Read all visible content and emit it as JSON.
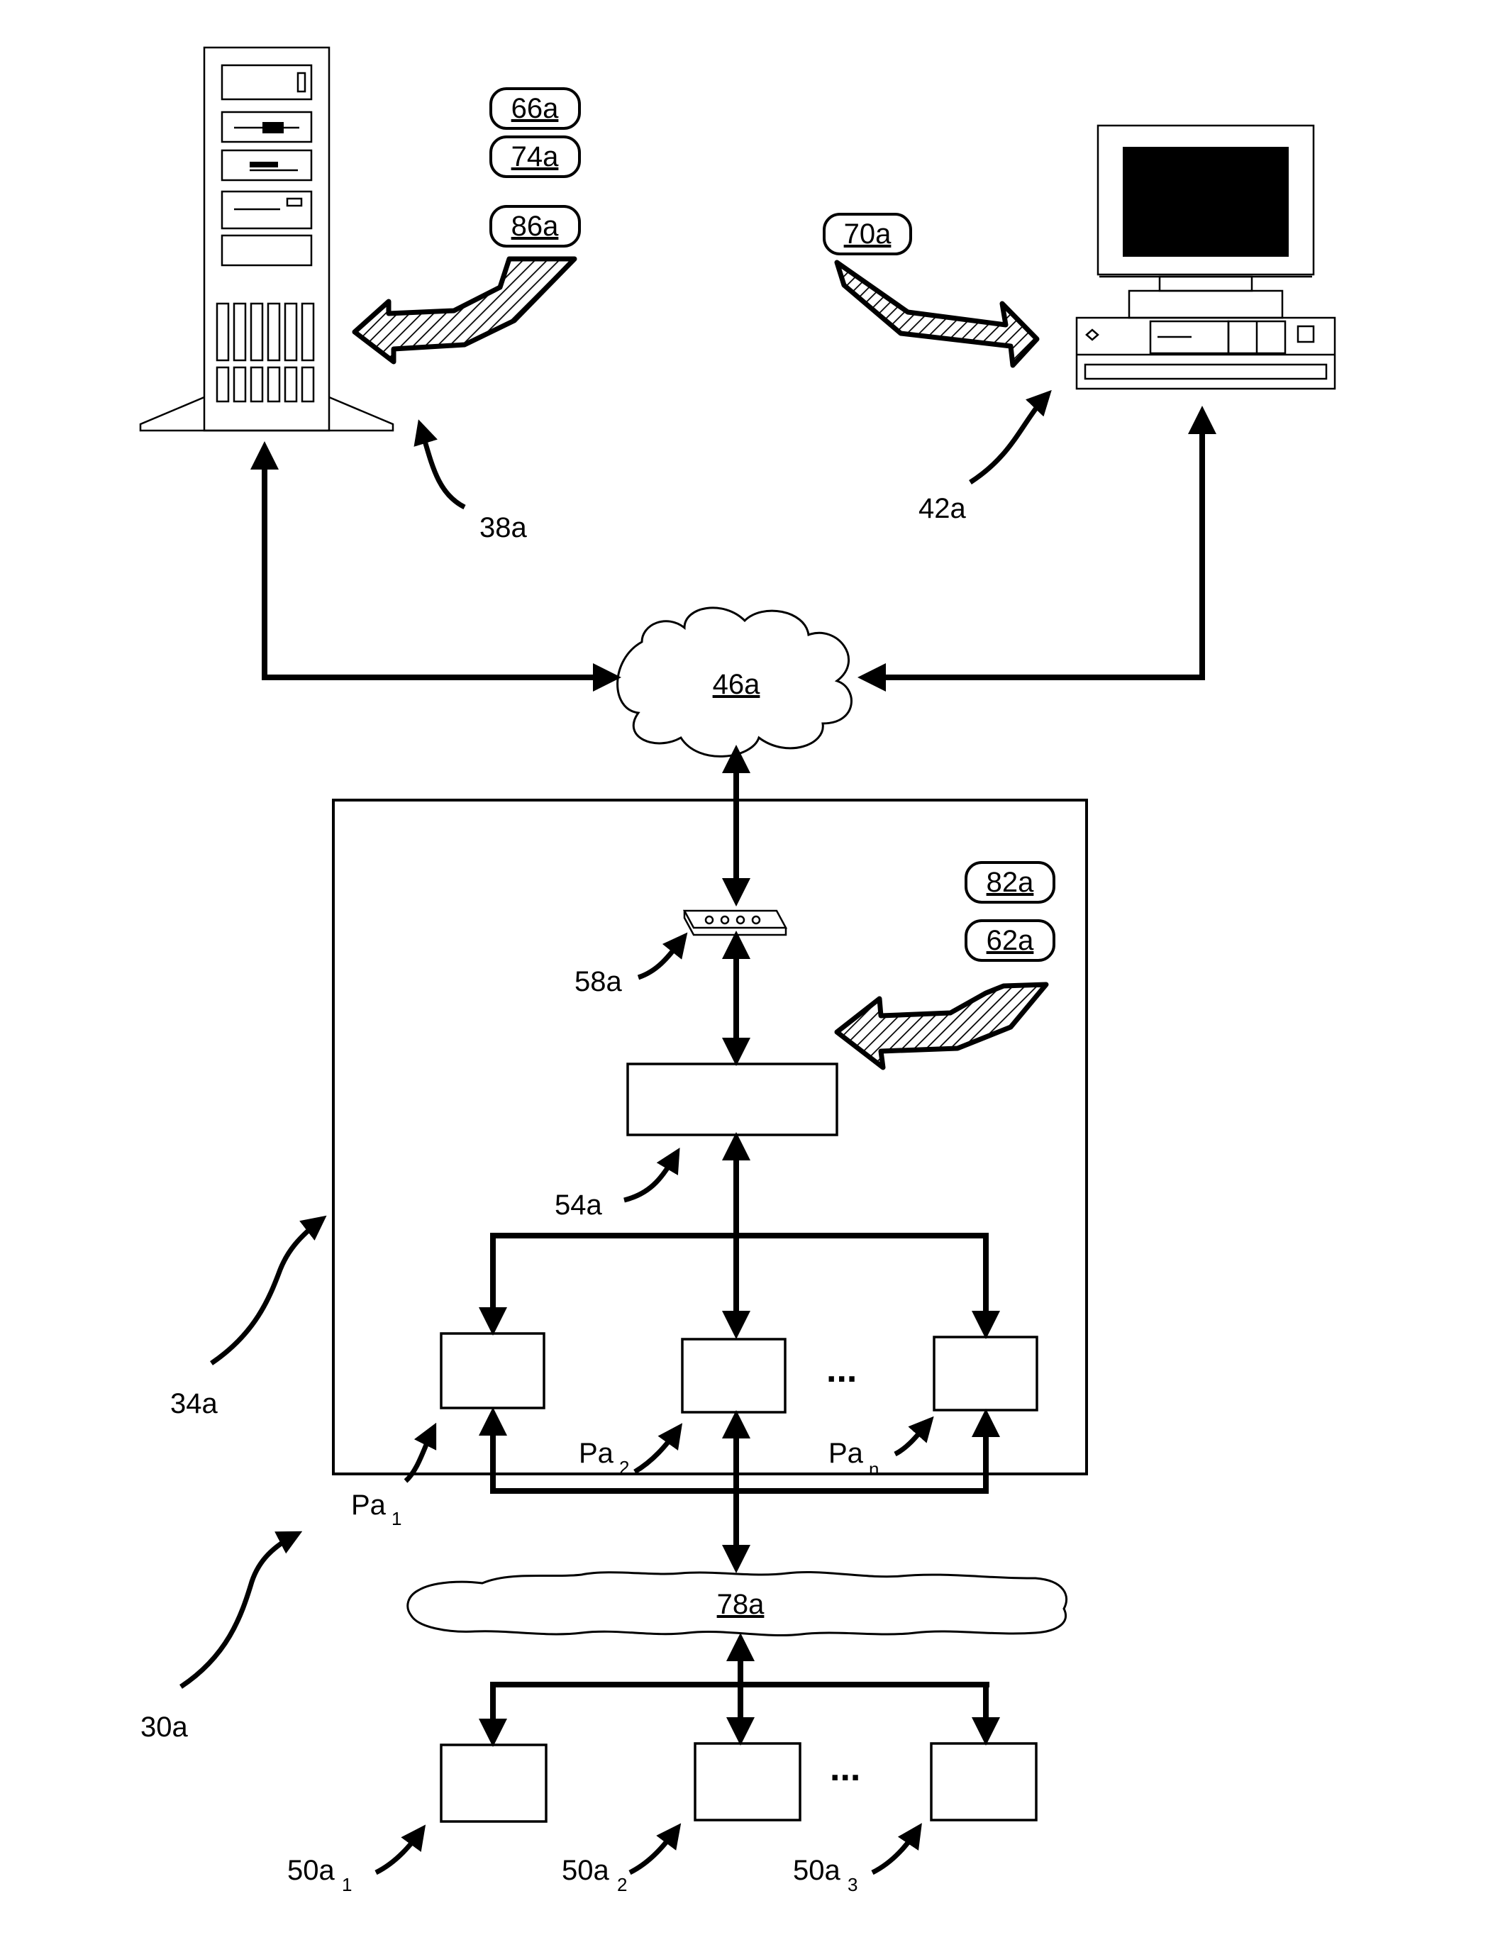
{
  "tags": {
    "t66": "66a",
    "t74": "74a",
    "t86": "86a",
    "t70": "70a",
    "t82": "82a",
    "t62": "62a",
    "t46": "46a",
    "t78": "78a"
  },
  "labels": {
    "l38": "38a",
    "l42": "42a",
    "l58": "58a",
    "l54": "54a",
    "l34": "34a",
    "l30": "30a",
    "pa": "Pa",
    "pa1_sub": "1",
    "pa2_sub": "2",
    "pan_sub": "n",
    "l50": "50a",
    "l50_1_sub": "1",
    "l50_2_sub": "2",
    "l50_3_sub": "3",
    "ellipsis": "..."
  },
  "icons": {
    "server": "server-tower-icon",
    "computer": "desktop-computer-icon",
    "router": "network-router-icon"
  }
}
